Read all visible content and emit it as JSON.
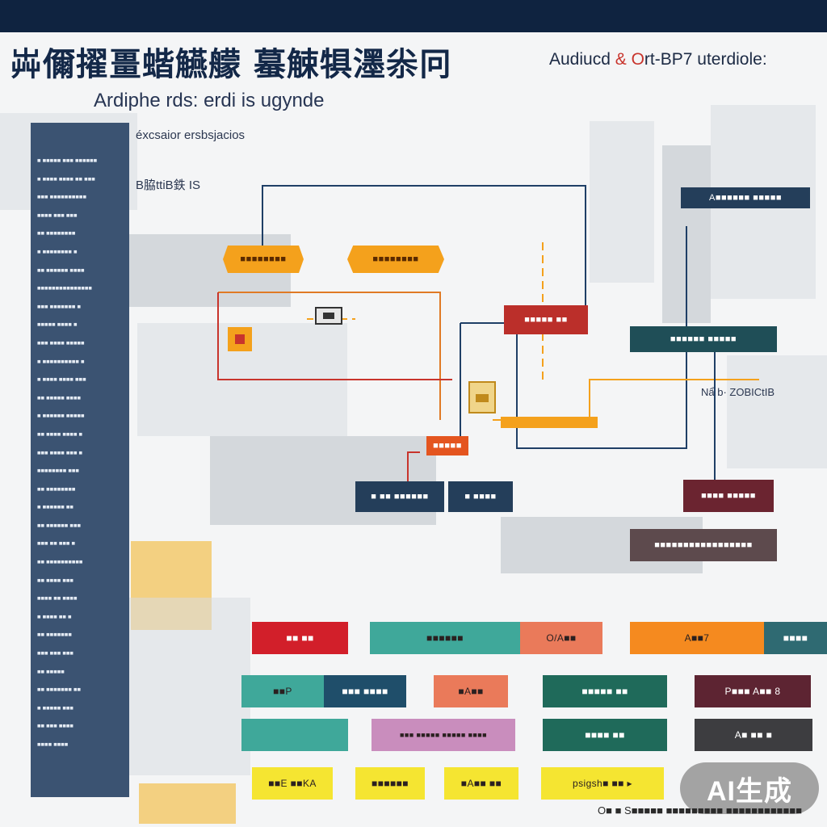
{
  "header": {
    "title": "芔儞擢畺蝔觾艨 蟇觫犋濹尜冋",
    "title_right_pre": "Audiucd ",
    "title_right_accent": "& O",
    "title_right_post": "rt-BP7 uterdiole:",
    "subtitle": "Ardiphe rds: erdi is ugynde"
  },
  "notes": {
    "note1": "éxcsaior ersbsjacios",
    "note2": "B脇ttiB鉄 IS",
    "note3": "Nẩ b· ZOBICtIB"
  },
  "sidebar": {
    "lines": [
      "■ ■■■■■ ■■■ ■■■■■■",
      "■ ■■■■ ■■■■ ■■ ■■■",
      "■■■ ■■■■■■■■■■",
      "■■■■ ■■■ ■■■",
      "■■ ■■■■■■■■",
      "■ ■■■■■■■■ ■",
      "■■ ■■■■■■ ■■■■",
      "■■■■■■■■■■■■■■■",
      "■■■ ■■■■■■■ ■",
      "■■■■■ ■■■■ ■",
      "■■■ ■■■■ ■■■■■",
      "■ ■■■■■■■■■■ ■",
      "■ ■■■■ ■■■■ ■■■",
      "■■ ■■■■■ ■■■■",
      "■ ■■■■■■ ■■■■■",
      "■■ ■■■■ ■■■■ ■",
      "■■■ ■■■■ ■■■ ■",
      "■■■■■■■■ ■■■",
      "■■ ■■■■■■■■",
      "■ ■■■■■■ ■■",
      "■■ ■■■■■■ ■■■",
      "■■■ ■■ ■■■ ■",
      "■■ ■■■■■■■■■■",
      "■■ ■■■■ ■■■",
      "■■■■ ■■ ■■■■",
      "■ ■■■■ ■■ ■",
      "■■ ■■■■■■■",
      "■■■ ■■■ ■■■",
      "■■ ■■■■■",
      "■■ ■■■■■■■ ■■",
      "■ ■■■■■ ■■■",
      "■■ ■■■ ■■■■",
      "■■■■ ■■■■"
    ]
  },
  "diagram": {
    "node_tr": "A■■■■■■ ■■■■■",
    "node_o1": "■■■■■■■■",
    "node_o2": "■■■■■■■■",
    "node_red": "■■■■■ ■■",
    "node_teal_r": "■■■■■■ ■■■■■",
    "node_center": "■■■■■",
    "node_navy_l": "■ ■■ ■■■■■■",
    "node_navy_r": "■ ■■■■",
    "node_maroon": "■■■■ ■■■■■",
    "node_gray": "■■■■■■■■■■■■■■■■■"
  },
  "legend": {
    "row1": [
      "■■ ■■",
      "■■■■■■",
      "O/A■■",
      "A■■7",
      "■■■■"
    ],
    "row2": [
      "■■P",
      "■■■ ■■■■",
      "■A■■",
      "■■■■■ ■■",
      "P■■■ A■■ 8"
    ],
    "row3": [
      "",
      "■■■ ■■■■■ ■■■■■ ■■■■",
      "■■■■ ■■",
      "A■ ■■ ■"
    ],
    "row4": [
      "■■E ■■KA",
      "■■■■■■",
      "■A■■ ■■",
      "psigsh■ ■■ ▸"
    ]
  },
  "badge_text": "AI生成",
  "footer_text": "O■ ■ S■■■■■ ■■■■■■■■■ ■■■■■■■■■■■■"
}
